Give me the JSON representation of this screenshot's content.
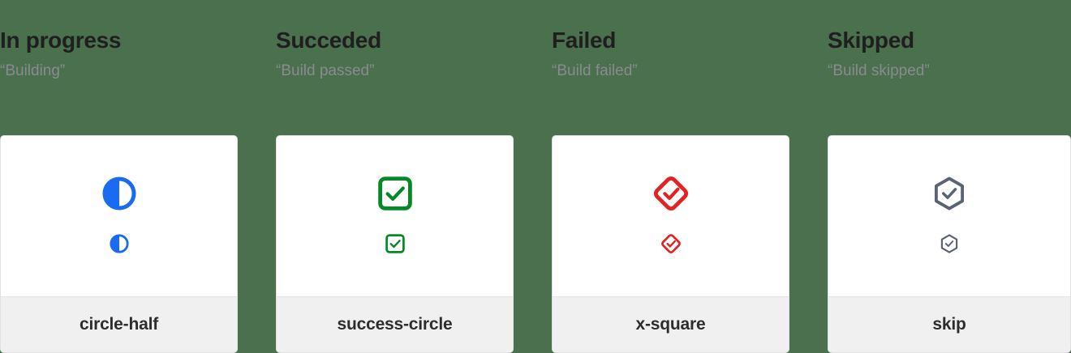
{
  "page": {
    "background_color": "#4a704d",
    "card_background": "#ffffff",
    "card_footer_background": "#f0f0f0"
  },
  "columns": [
    {
      "title": "In progress",
      "subtitle": "“Building”",
      "icon_name": "circle-half",
      "icon_label": "circle-half",
      "icon_color": "#1a6bf2",
      "sizes": [
        "large",
        "small"
      ]
    },
    {
      "title": "Succeded",
      "subtitle": "“Build passed”",
      "icon_name": "success-circle",
      "icon_label": "success-circle",
      "icon_color": "#048a24",
      "sizes": [
        "large",
        "small"
      ]
    },
    {
      "title": "Failed",
      "subtitle": "“Build failed”",
      "icon_name": "x-square",
      "icon_label": "x-square",
      "icon_color": "#e32222",
      "sizes": [
        "large",
        "small"
      ]
    },
    {
      "title": "Skipped",
      "subtitle": "“Build skipped”",
      "icon_name": "skip",
      "icon_label": "skip",
      "icon_color": "#5b6272",
      "sizes": [
        "large",
        "small"
      ]
    }
  ]
}
